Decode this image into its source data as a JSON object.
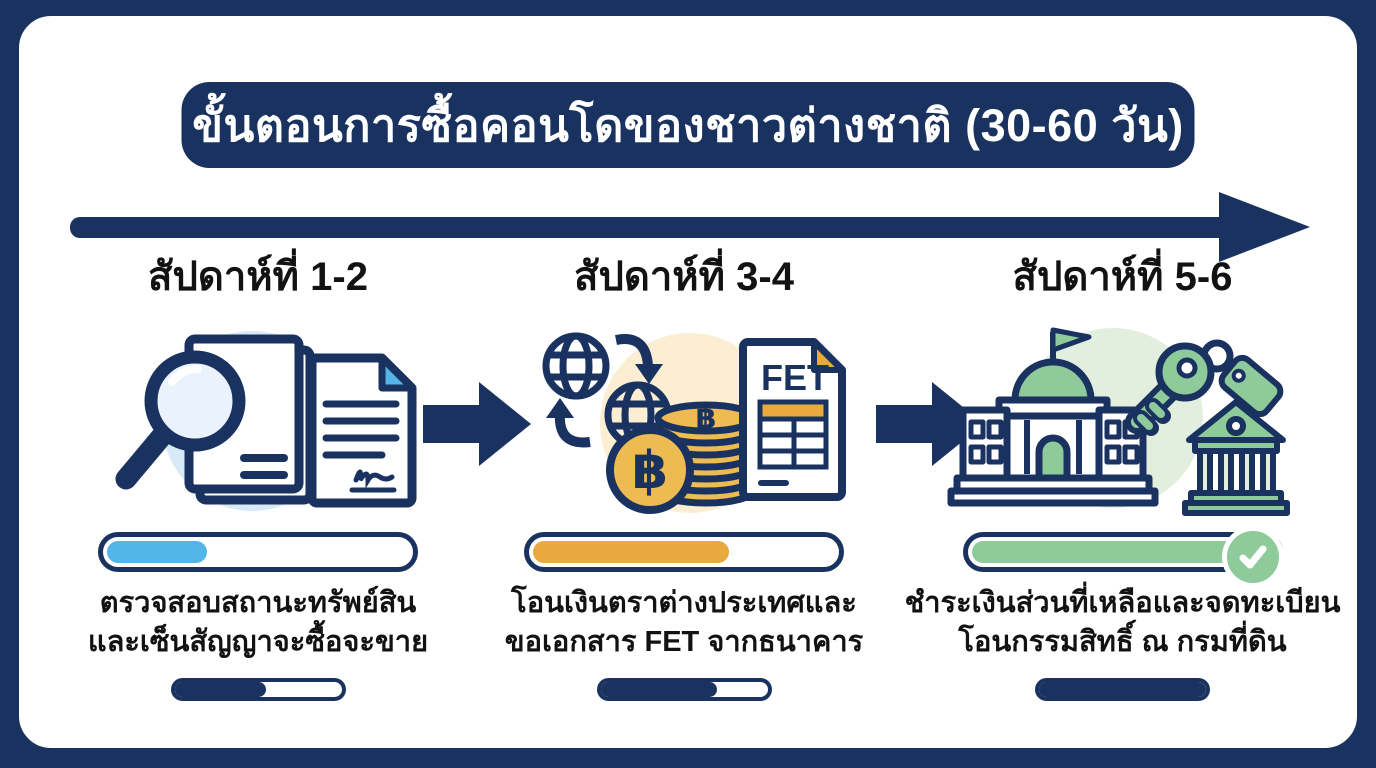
{
  "title": "ขั้นตอนการซื้อคอนโดของชาวต่างชาติ (30-60 วัน)",
  "colors": {
    "navy": "#19325f",
    "blue": "#54b5e8",
    "blue-bg": "#d8e9f7",
    "orange": "#e8a93e",
    "orange-bg": "#fbeed3",
    "green": "#8fca9b",
    "green-bg": "#e2efdf",
    "coin": "#edbb52"
  },
  "timeline": {
    "arrow_icon": "timeline-right-arrow",
    "flow_arrow_icon": "flow-right-arrow"
  },
  "stages": [
    {
      "week_label": "สัปดาห์ที่ 1-2",
      "icon": "document-search-contract-icon",
      "progress_percent": "33%",
      "progress_color": "blue",
      "description_line1": "ตรวจสอบสถานะทรัพย์สิน",
      "description_line2": "และเซ็นสัญญาจะซื้อจะขาย",
      "mini_progress_percent": "55%",
      "completed": false
    },
    {
      "week_label": "สัปดาห์ที่ 3-4",
      "icon": "currency-exchange-fet-icon",
      "progress_percent": "65%",
      "progress_color": "orange",
      "description_line1": "โอนเงินตราต่างประเทศและ",
      "description_line2": "ขอเอกสาร FET จากธนาคาร",
      "mini_progress_percent": "70%",
      "completed": false
    },
    {
      "week_label": "สัปดาห์ที่ 5-6",
      "icon": "land-office-keys-icon",
      "progress_percent": "100%",
      "progress_color": "green",
      "description_line1": "ชำระเงินส่วนที่เหลือและจดทะเบียน",
      "description_line2": "โอนกรรมสิทธิ์ ณ กรมที่ดิน",
      "mini_progress_percent": "100%",
      "completed": true
    }
  ],
  "labels": {
    "fet_document": "FET",
    "baht_symbol": "฿"
  }
}
